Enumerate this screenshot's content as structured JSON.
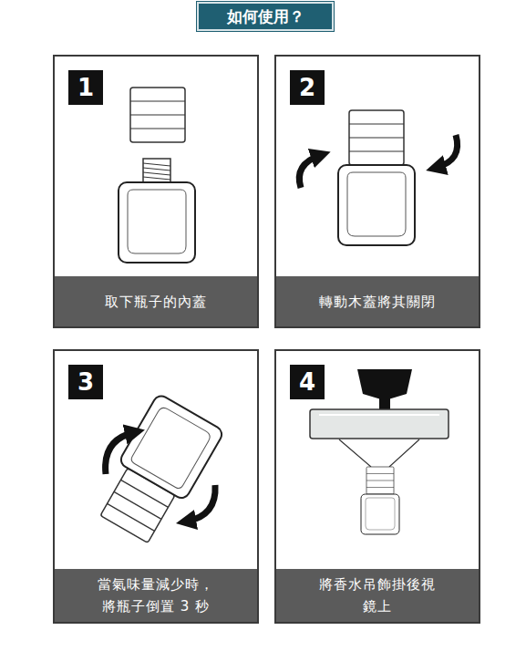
{
  "diagram": {
    "title": "如何使用？",
    "nodes": [
      {
        "text": [
          "1",
          "取下瓶子的內蓋"
        ]
      },
      {
        "text": [
          "2",
          "轉動木蓋將其關閉"
        ]
      },
      {
        "text": [
          "3",
          "當氣味量減少時， 將瓶子倒置 3 秒"
        ]
      },
      {
        "text": [
          "4",
          "將香水吊飾掛後視 鏡上"
        ]
      }
    ]
  }
}
